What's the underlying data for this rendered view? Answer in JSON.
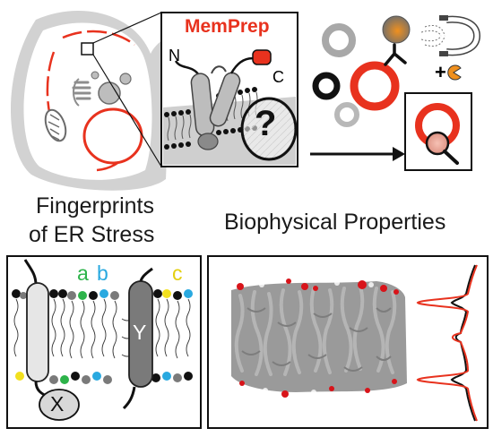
{
  "panels": {
    "memprep": {
      "title": "MemPrep",
      "n_label": "N",
      "c_label": "C",
      "question_mark": "?"
    },
    "ligand": {
      "plus": "+"
    },
    "fingerprints": {
      "title_line1": "Fingerprints",
      "title_line2": "of ER Stress",
      "letter_a": "a",
      "letter_b": "b",
      "letter_c": "c",
      "letter_x": "X",
      "letter_y": "Y"
    },
    "biophysical": {
      "title": "Biophysical Properties"
    }
  },
  "colors": {
    "accent_red": "#e8321e",
    "lipid_green": "#2db34a",
    "lipid_blue": "#29a9e0",
    "lipid_yellow": "#f2e01e",
    "orange": "#f0901e",
    "cell_gray": "#cfcfcf",
    "protein_gray": "#bdbdbd",
    "dark_protein": "#7a7a7a"
  }
}
